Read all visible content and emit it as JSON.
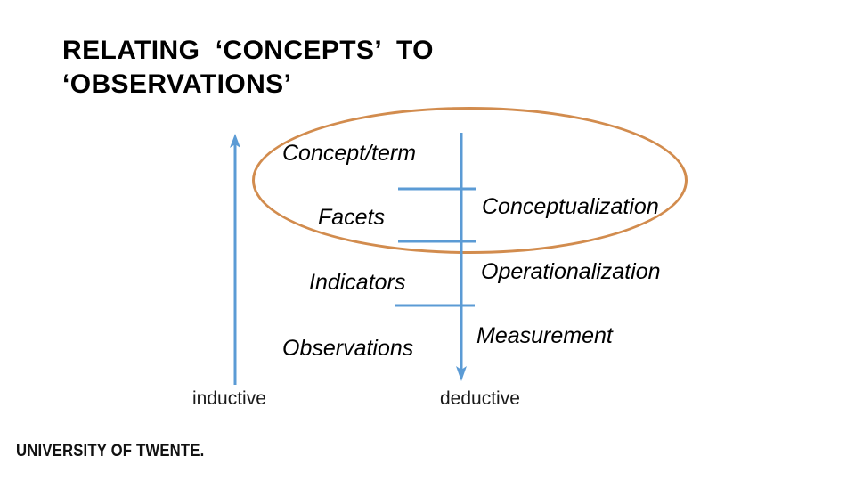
{
  "slide": {
    "title": "RELATING  ‘CONCEPTS’  TO\n‘OBSERVATIONS’",
    "background_color": "#FFFFFF"
  },
  "colors": {
    "arrow_blue": "#5B9BD5",
    "ellipse_orange": "#D28C4E",
    "text_black": "#000000"
  },
  "diagram": {
    "ellipse_label": "concept-domain-ellipse",
    "ladder_left": {
      "name": "inductive-arrow",
      "direction": "up",
      "caption": "inductive"
    },
    "ladder_right": {
      "name": "deductive-arrow",
      "direction": "down",
      "caption": "deductive"
    },
    "levels": [
      {
        "concept": "Concept/term",
        "process": "Conceptualization"
      },
      {
        "concept": "Facets",
        "process": "Operationalization"
      },
      {
        "concept": "Indicators",
        "process": "Measurement"
      },
      {
        "concept": "Observations",
        "process": ""
      }
    ],
    "concept_labels": [
      "Concept/term",
      "Facets",
      "Indicators",
      "Observations"
    ],
    "process_labels": [
      "Conceptualization",
      "Operationalization",
      "Measurement"
    ],
    "axis_captions": {
      "left": "inductive",
      "right": "deductive"
    }
  },
  "footer": {
    "logo_text": "UNIVERSITY OF TWENTE."
  }
}
